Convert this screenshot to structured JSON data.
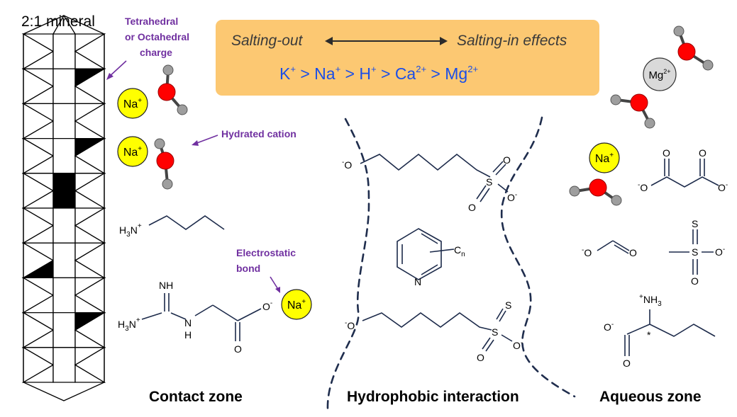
{
  "colors": {
    "banner_fill": "#fcc872",
    "banner_text": "#3a3a3a",
    "series_text": "#1a4ee8",
    "annotation": "#7030a0",
    "sodium_ion": "#ffff00",
    "magnesium_ion": "#d9d9d9",
    "oxygen": "#ff0000",
    "hydrogen": "#9e9e9e",
    "bond_line": "#1c2a4a"
  },
  "mineral": {
    "title": "2:1 mineral",
    "charge_note": [
      "Tetrahedral",
      "or Octahedral",
      "charge"
    ]
  },
  "banner": {
    "salting_out": "Salting-out",
    "salting_in": "Salting-in effects",
    "series": {
      "k": "K",
      "k_charge": "+",
      "sep": " > ",
      "na": "Na",
      "na_charge": "+",
      "h": "H",
      "h_charge": "+",
      "ca": "Ca",
      "ca_charge": "2+",
      "mg": "Mg",
      "mg_charge": "2+"
    }
  },
  "annotations": {
    "hydrated_cation": "Hydrated cation",
    "electrostatic": [
      "Electrostatic",
      "bond"
    ]
  },
  "ions": {
    "na": "Na",
    "na_charge": "+",
    "mg": "Mg",
    "mg_charge": "2+"
  },
  "molecules": {
    "butylammonium": {
      "h": "H",
      "h_count": "3",
      "n": "N",
      "n_charge": "+"
    },
    "guanidinoacetate": {
      "nh": "NH",
      "h3": "H",
      "h3_count": "3",
      "n_plus": "N",
      "n_charge": "+",
      "n": "N",
      "h": "H",
      "o": "O",
      "o_minus": "O",
      "o_charge": "-"
    },
    "sulfonate_top": {
      "o_minus": "O",
      "o_charge": "-",
      "s": "S",
      "o1": "O",
      "o2": "O",
      "o3": "O",
      "o3_charge": "-"
    },
    "pyridine": {
      "n": "N",
      "c": "C",
      "c_sub": "n"
    },
    "thiosulfonate_bottom": {
      "o_minus": "O",
      "o_charge": "-",
      "s1": "S",
      "s2": "S",
      "o1": "O",
      "o2": "O",
      "o2_charge": "-"
    },
    "malonate": {
      "o1": "O",
      "o2": "O",
      "o3": "O",
      "o3_charge": "-",
      "o4": "O",
      "o4_charge": "-"
    },
    "formate": {
      "o_minus": "O",
      "o_charge": "-",
      "o": "O"
    },
    "methanethiosulfonate": {
      "s_top": "S",
      "s": "S",
      "o_bottom": "O",
      "o_right": "O",
      "o_charge": "-"
    },
    "norvaline": {
      "n_charge": "+",
      "nh": "NH",
      "nh_count": "3",
      "o_minus": "O",
      "o_charge": "-",
      "o": "O",
      "stereo": "*"
    }
  },
  "zones": {
    "contact": "Contact zone",
    "hydrophobic": "Hydrophobic interaction",
    "aqueous": "Aqueous zone"
  }
}
